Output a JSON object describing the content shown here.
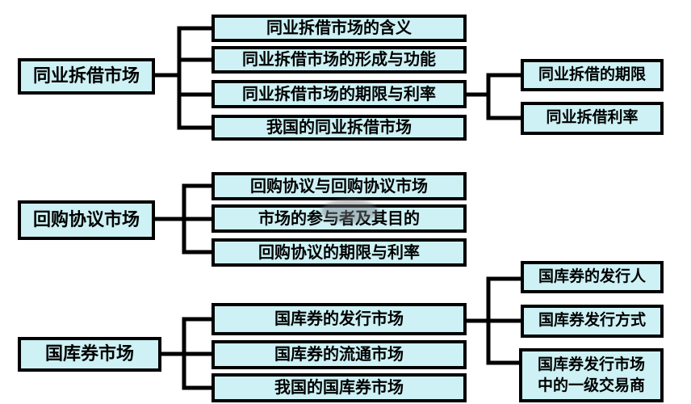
{
  "diagram": {
    "colors": {
      "box_fill": "#cdf1f4",
      "box_border": "#000000",
      "connector_line": "#000000",
      "background": "#ffffff",
      "text": "#000000"
    },
    "sections": {
      "interbank": {
        "root": "同业拆借市场",
        "children": [
          {
            "label": "同业拆借市场的含义"
          },
          {
            "label": "同业拆借市场的形成与功能"
          },
          {
            "label": "同业拆借市场的期限与利率"
          },
          {
            "label": "我国的同业拆借市场"
          }
        ],
        "terms_children": [
          {
            "label": "同业拆借的期限"
          },
          {
            "label": "同业拆借利率"
          }
        ]
      },
      "repo": {
        "root": "回购协议市场",
        "children": [
          {
            "label": "回购协议与回购协议市场"
          },
          {
            "label": "市场的参与者及其目的"
          },
          {
            "label": "回购协议的期限与利率"
          }
        ]
      },
      "treasury": {
        "root": "国库券市场",
        "children": [
          {
            "label": "国库券的发行市场"
          },
          {
            "label": "国库券的流通市场"
          },
          {
            "label": "我国的国库券市场"
          }
        ],
        "issuance_children": [
          {
            "label": "国库券的发行人"
          },
          {
            "label": "国库券发行方式"
          },
          {
            "label": "国库券发行市场中的一级交易商"
          }
        ]
      }
    }
  }
}
